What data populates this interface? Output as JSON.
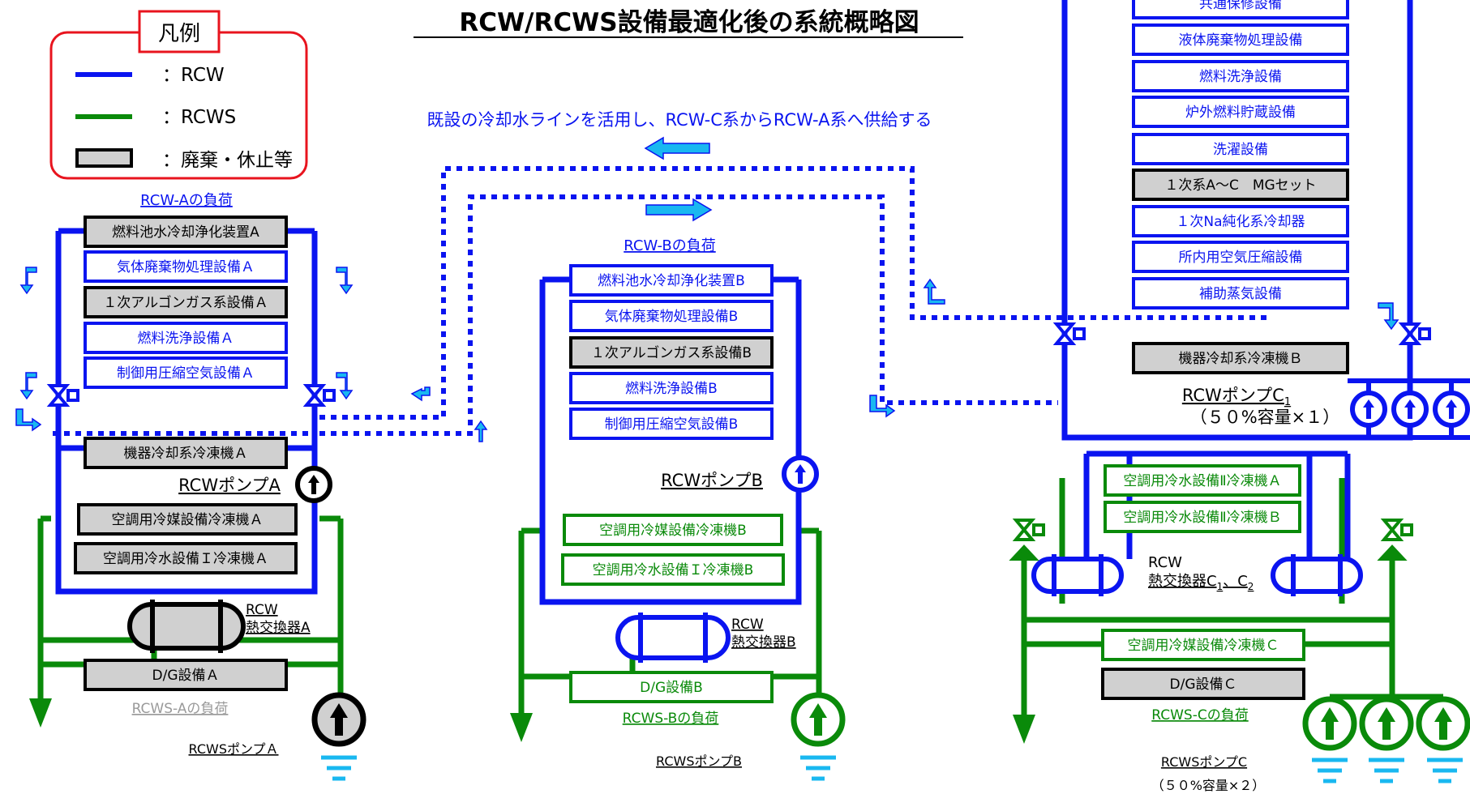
{
  "title": "RCW/RCWS設備最適化後の系統概略図",
  "note": "既設の冷却水ラインを活用し、RCW-C系からRCW-A系へ供給する",
  "legend": {
    "title": "凡例",
    "items": [
      {
        "label": "：RCW",
        "kind": "line",
        "color": "#0a14f0"
      },
      {
        "label": "：RCWS",
        "kind": "line",
        "color": "#0a8a0a"
      },
      {
        "label": "：廃棄・休止等",
        "kind": "box",
        "color": "#d0d0d0"
      }
    ]
  },
  "colors": {
    "rcw": "#0a14f0",
    "rcws": "#0a8a0a",
    "decommissioned_fill": "#d0d0d0",
    "transfer": "#19b8f0",
    "legend_border": "#e8141e"
  },
  "systemA": {
    "load_title": "RCW-Aの負荷",
    "rcw_boxes": [
      {
        "label": "燃料池水冷却浄化装置A",
        "status": "decommissioned"
      },
      {
        "label": "気体廃棄物処理設備Ａ",
        "status": "active"
      },
      {
        "label": "１次アルゴンガス系設備Ａ",
        "status": "decommissioned"
      },
      {
        "label": "燃料洗浄設備Ａ",
        "status": "active"
      },
      {
        "label": "制御用圧縮空気設備Ａ",
        "status": "active"
      },
      {
        "label": "機器冷却系冷凍機Ａ",
        "status": "decommissioned"
      }
    ],
    "pump_label": "RCWポンプA",
    "rcws_boxes": [
      {
        "label": "空調用冷媒設備冷凍機Ａ",
        "status": "decommissioned"
      },
      {
        "label": "空調用冷水設備Ｉ冷凍機Ａ",
        "status": "decommissioned"
      },
      {
        "label": "D/G設備Ａ",
        "status": "decommissioned"
      }
    ],
    "hx_label_1": "RCW",
    "hx_label_2": "熱交換器A",
    "rcws_load_title": "RCWS-Aの負荷",
    "rcws_pump_label": "RCWSポンプＡ"
  },
  "systemB": {
    "load_title": "RCW-Bの負荷",
    "rcw_boxes": [
      {
        "label": "燃料池水冷却浄化装置B",
        "status": "active"
      },
      {
        "label": "気体廃棄物処理設備B",
        "status": "active"
      },
      {
        "label": "１次アルゴンガス系設備B",
        "status": "decommissioned"
      },
      {
        "label": "燃料洗浄設備B",
        "status": "active"
      },
      {
        "label": "制御用圧縮空気設備B",
        "status": "active"
      }
    ],
    "pump_label": "RCWポンプB",
    "rcws_boxes": [
      {
        "label": "空調用冷媒設備冷凍機B",
        "status": "active"
      },
      {
        "label": "空調用冷水設備Ｉ冷凍機B",
        "status": "active"
      },
      {
        "label": "D/G設備B",
        "status": "active"
      }
    ],
    "hx_label_1": "RCW",
    "hx_label_2": "熱交換器B",
    "rcws_load_title": "RCWS-Bの負荷",
    "rcws_pump_label": "RCWSポンプB"
  },
  "systemC": {
    "rcw_boxes": [
      {
        "label": "共通保修設備",
        "status": "active"
      },
      {
        "label": "液体廃棄物処理設備",
        "status": "active"
      },
      {
        "label": "燃料洗浄設備",
        "status": "active"
      },
      {
        "label": "炉外燃料貯蔵設備",
        "status": "active"
      },
      {
        "label": "洗濯設備",
        "status": "active"
      },
      {
        "label": "１次系A～C　MGセット",
        "status": "decommissioned"
      },
      {
        "label": "１次Na純化系冷却器",
        "status": "active"
      },
      {
        "label": "所内用空気圧縮設備",
        "status": "active"
      },
      {
        "label": "補助蒸気設備",
        "status": "active"
      },
      {
        "label": "機器冷却系冷凍機Ｂ",
        "status": "decommissioned"
      }
    ],
    "pump_label": "RCWポンプC",
    "pump_label_sub": "1",
    "pump_capacity": "（５０%容量×１）",
    "rcws_boxes": [
      {
        "label": "空調用冷水設備Ⅱ冷凍機Ａ",
        "status": "active"
      },
      {
        "label": "空調用冷水設備Ⅱ冷凍機Ｂ",
        "status": "active"
      },
      {
        "label": "空調用冷媒設備冷凍機Ｃ",
        "status": "active"
      },
      {
        "label": "D/G設備Ｃ",
        "status": "decommissioned"
      }
    ],
    "hx_label_1": "RCW",
    "hx_label_2": "熱交換器C",
    "hx_label_sub1": "1",
    "hx_label_sep": "、C",
    "hx_label_sub2": "2",
    "rcws_load_title": "RCWS-Cの負荷",
    "rcws_pump_label": "RCWSポンプC",
    "rcws_pump_capacity": "（５０%容量×２）"
  }
}
